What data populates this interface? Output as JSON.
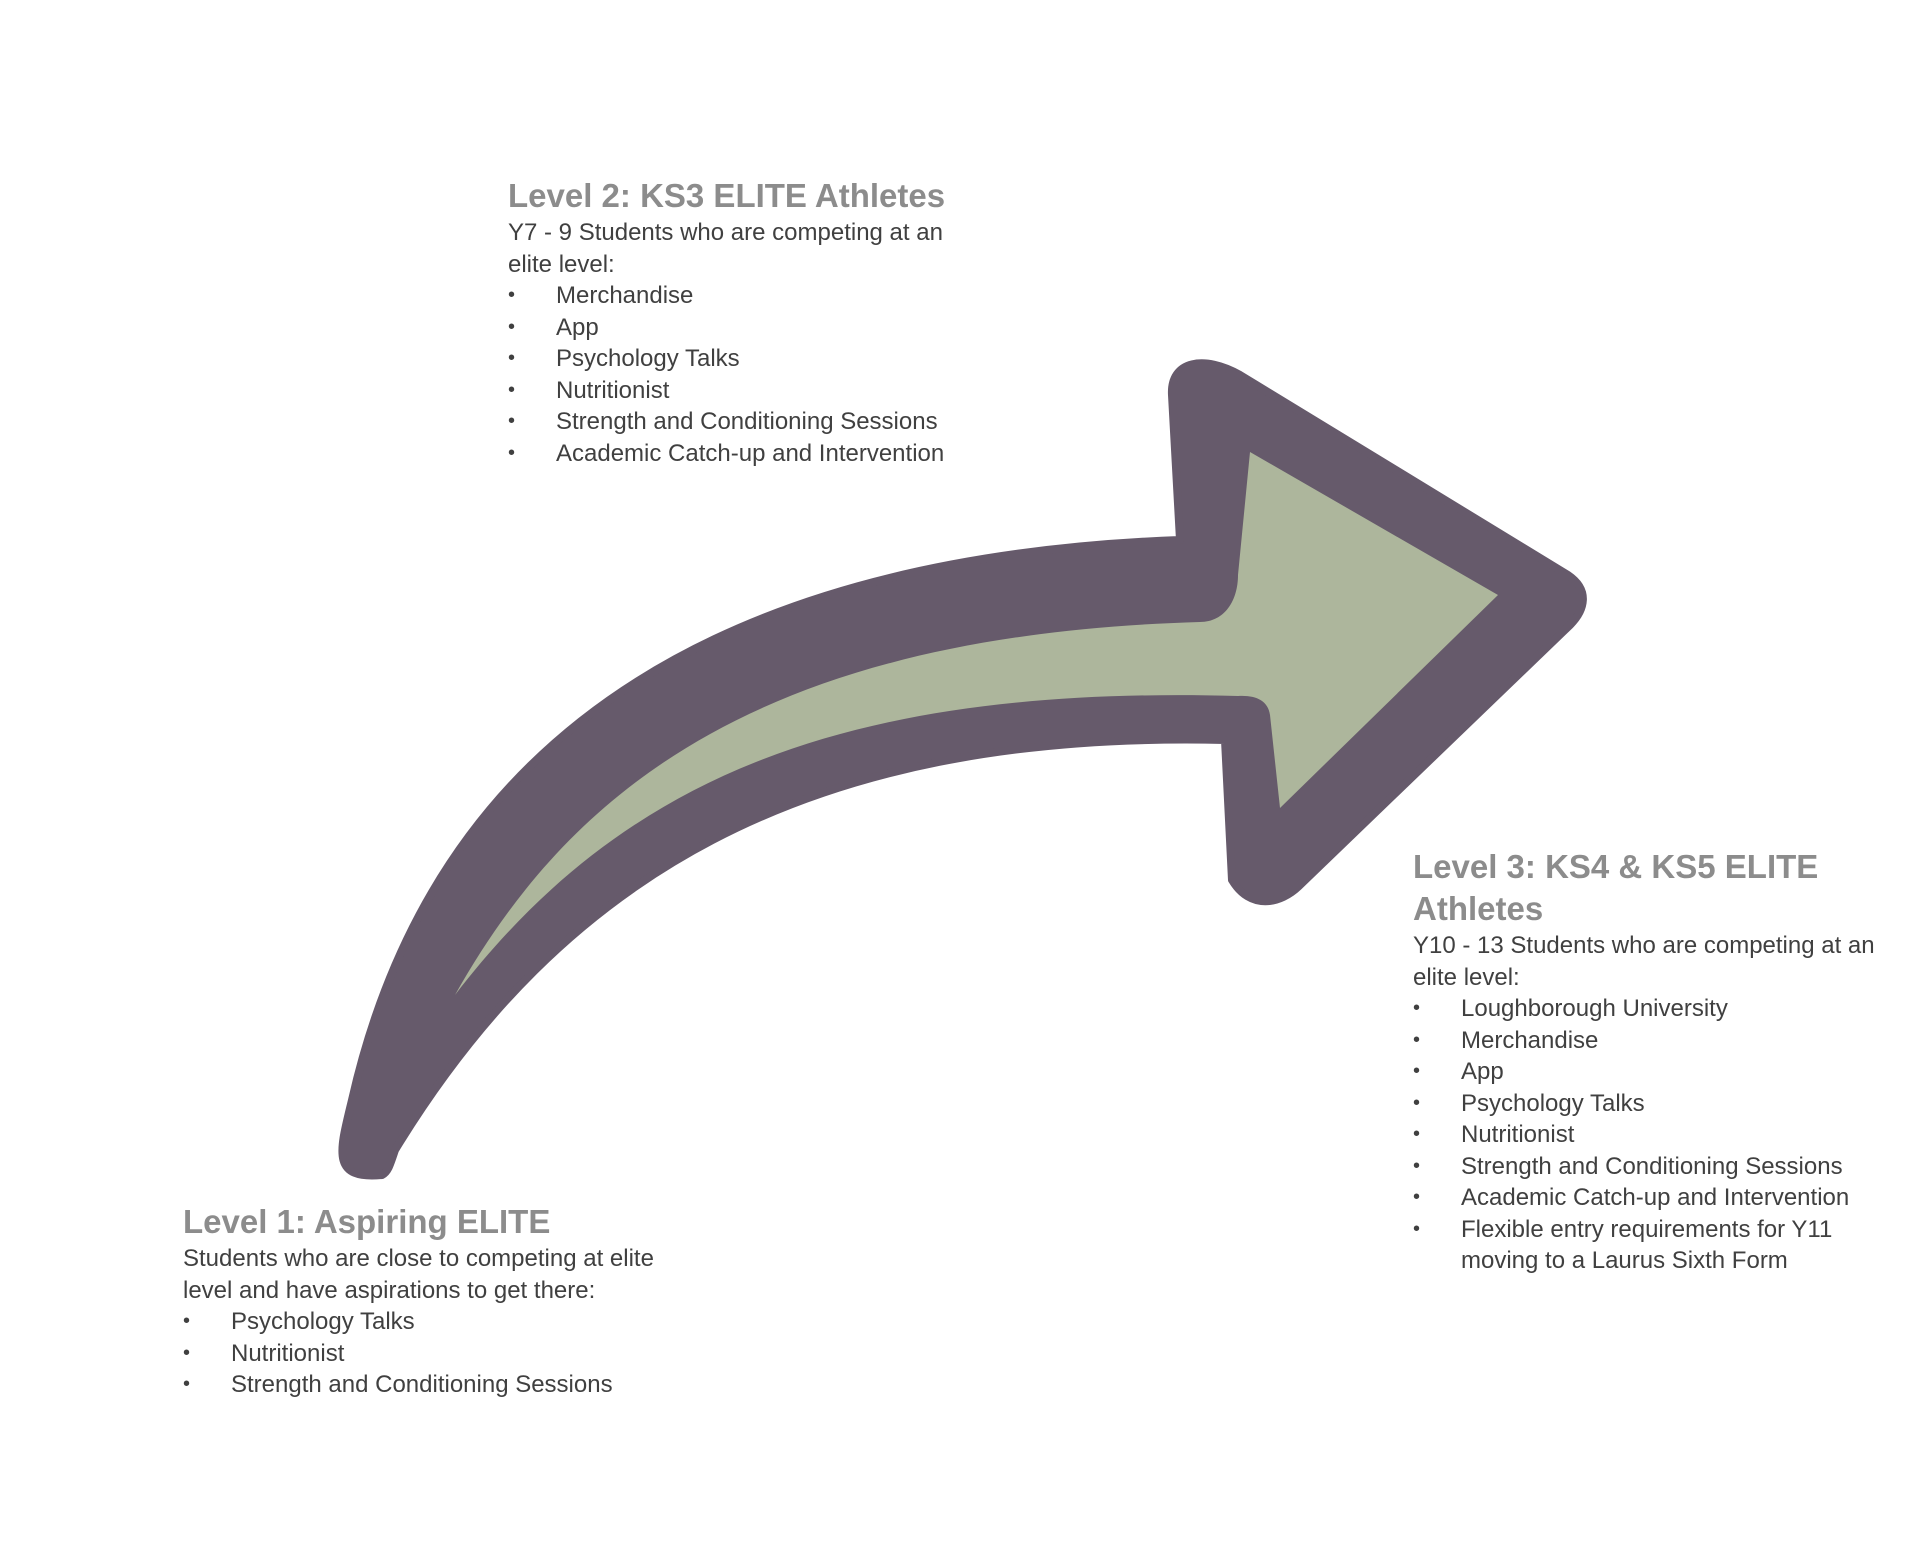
{
  "colors": {
    "arrow_outline": "#665a6b",
    "arrow_fill": "#adb69c",
    "title": "#8c8c8c",
    "text": "#404040"
  },
  "levels": [
    {
      "title": "Level 1: Aspiring ELITE",
      "description": "Students who are close to competing at elite level and have aspirations to get there:",
      "items": [
        "Psychology Talks",
        "Nutritionist",
        "Strength and Conditioning Sessions"
      ]
    },
    {
      "title": "Level 2: KS3 ELITE Athletes",
      "description": "Y7 - 9 Students who are competing at an elite level:",
      "items": [
        "Merchandise",
        "App",
        "Psychology Talks",
        "Nutritionist",
        "Strength and Conditioning Sessions",
        "Academic Catch-up and Intervention"
      ]
    },
    {
      "title": "Level 3: KS4 & KS5 ELITE Athletes",
      "description": "Y10 - 13 Students who are competing at an elite level:",
      "items": [
        "Loughborough University",
        "Merchandise",
        "App",
        "Psychology Talks",
        "Nutritionist",
        "Strength and Conditioning Sessions",
        "Academic Catch-up and Intervention",
        "Flexible entry requirements for Y11 moving to a Laurus Sixth Form"
      ]
    }
  ]
}
